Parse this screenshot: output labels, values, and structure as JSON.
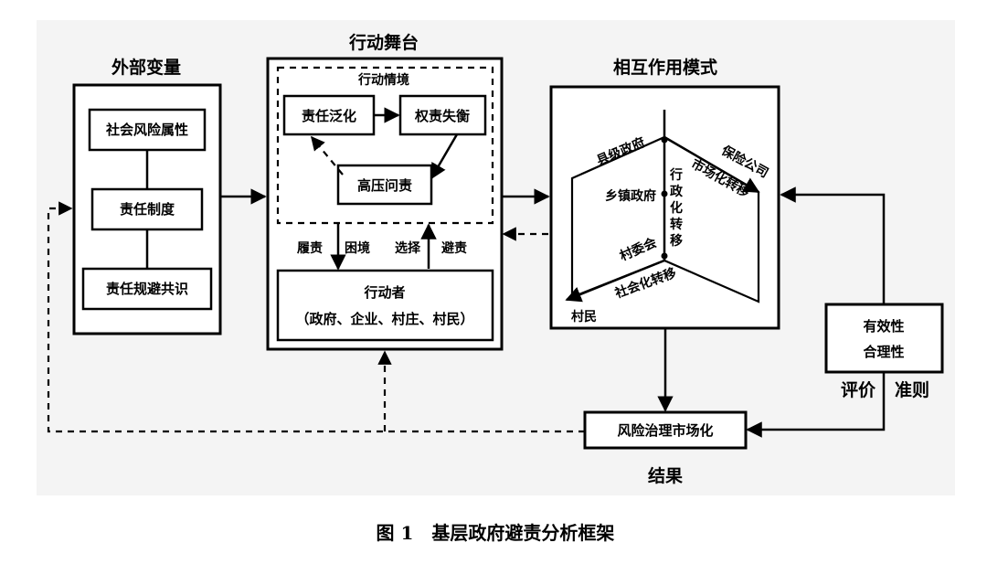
{
  "external": {
    "title": "外部变量",
    "items": [
      "社会风险属性",
      "责任制度",
      "责任规避共识"
    ]
  },
  "stage": {
    "title": "行动舞台",
    "situation_title": "行动情境",
    "node_a": "责任泛化",
    "node_b": "权责失衡",
    "node_c": "高压问责",
    "arrow_labels": [
      "履责",
      "困境",
      "选择",
      "避责"
    ],
    "actor_title": "行动者",
    "actor_members": "（政府、企业、村庄、村民）"
  },
  "interaction": {
    "title": "相互作用模式",
    "county": "县级政府",
    "township": "乡镇政府",
    "village_committee": "村委会",
    "villagers": "村民",
    "insurer": "保险公司",
    "market_transfer": "市场化转移",
    "admin_transfer": [
      "行",
      "政",
      "化",
      "转",
      "移"
    ],
    "social_transfer": "社会化转移"
  },
  "criteria": {
    "line1": "有效性",
    "line2": "合理性",
    "label_left": "评价",
    "label_right": "准则"
  },
  "outcome": {
    "box": "风险治理市场化",
    "label": "结果"
  },
  "caption": "图 1　基层政府避责分析框架"
}
